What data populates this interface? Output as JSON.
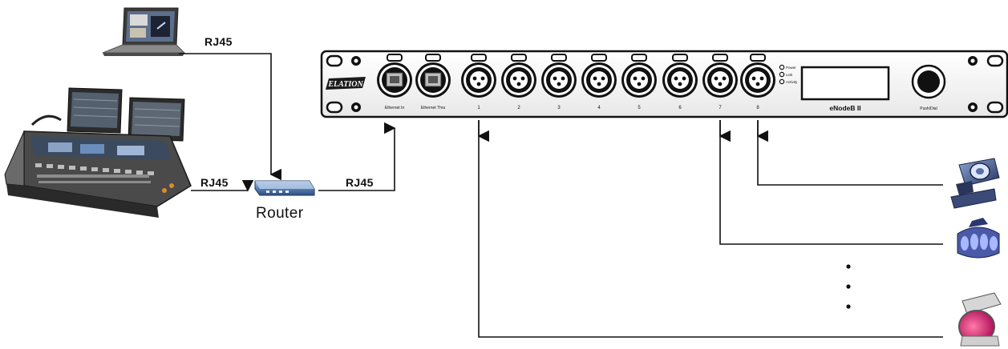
{
  "labels": {
    "link_laptop": "RJ45",
    "link_console": "RJ45",
    "link_router_out": "RJ45",
    "router": "Router"
  },
  "device": {
    "brand": "ELATION",
    "model": "eNodeB II",
    "ports": [
      {
        "id": "eth-in",
        "label": "Ethernet In"
      },
      {
        "id": "eth-thru",
        "label": "Ethernet Thru"
      },
      {
        "id": "out-1",
        "label": "1"
      },
      {
        "id": "out-2",
        "label": "2"
      },
      {
        "id": "out-3",
        "label": "3"
      },
      {
        "id": "out-4",
        "label": "4"
      },
      {
        "id": "out-5",
        "label": "5"
      },
      {
        "id": "out-6",
        "label": "6"
      },
      {
        "id": "out-7",
        "label": "7"
      },
      {
        "id": "out-8",
        "label": "8"
      }
    ],
    "leds": [
      "Power",
      "Link",
      "Activity"
    ],
    "dial_label": "Push/Dial"
  },
  "fixtures": [
    {
      "name": "moving-head-fixture"
    },
    {
      "name": "derby-effect-fixture"
    },
    {
      "name": "par-fixture"
    }
  ]
}
